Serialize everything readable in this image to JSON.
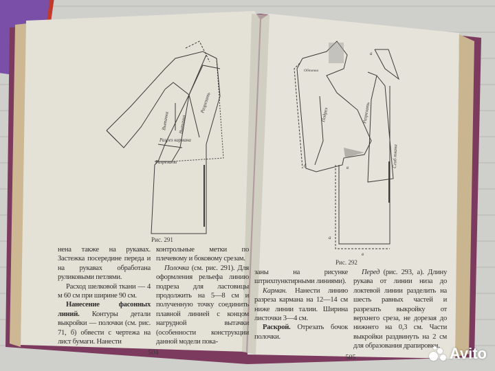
{
  "left_page": {
    "figure_caption": "Рис. 291",
    "figure_labels": [
      "Разрез кармана",
      "Разрезать",
      "Разрезать",
      "Вытачка",
      "Вытачка"
    ],
    "col1": [
      "нена также на рукавах. Застежка посередине переда и на рукавах обработана руликовыми петлями.",
      "Расход шелковой ткани — 4 м 60 см при ширине 90 см.",
      "Нанесение фасонных линий.",
      "Контуры детали выкройки — полочки (см. рис. 71, б) обвести с чертежа на лист бумаги. Нанести"
    ],
    "col2": [
      "контрольные метки по плечевому и боковому срезам.",
      "Полочка",
      "(см. рис. 291). Для оформления рельефа линию подреза для ластовицы продолжить на 5—8 см и полученную точку соединить плавной линией с концом нагрудной вытачки (особенности конструкции данной модели пока-"
    ],
    "page_number": "504"
  },
  "right_page": {
    "figure_caption": "Рис. 292",
    "figure_labels": [
      "Подрез",
      "Разрезать",
      "Сгиб ткани",
      "Обтачка",
      "а",
      "б",
      "в",
      "а",
      "в"
    ],
    "col1": [
      "заны на рисунке штрихпунктирными линиями).",
      "Карман.",
      "Нанести линию разреза кармана на 12—14 см ниже линии талии. Ширина листочки 3—4 см.",
      "Раскрой.",
      "Отрезать бочок полочки."
    ],
    "col2": [
      "Перед",
      "(рис. 293, а). Длину рукава от линии низа до локтевой линии разделить на шесть равных частей и разрезать выкройку от верхнего среза, не дорезая до нижнего на 0,3 см. Части выкройки раздвинуть на 2 см для образования драпировки."
    ],
    "page_number": "505"
  },
  "watermark": {
    "text": "Avito"
  },
  "colors": {
    "page": "#e6e3da",
    "cover": "#7b3a5e",
    "floor": "#c9c9c6",
    "ink": "#2d2d2b"
  }
}
